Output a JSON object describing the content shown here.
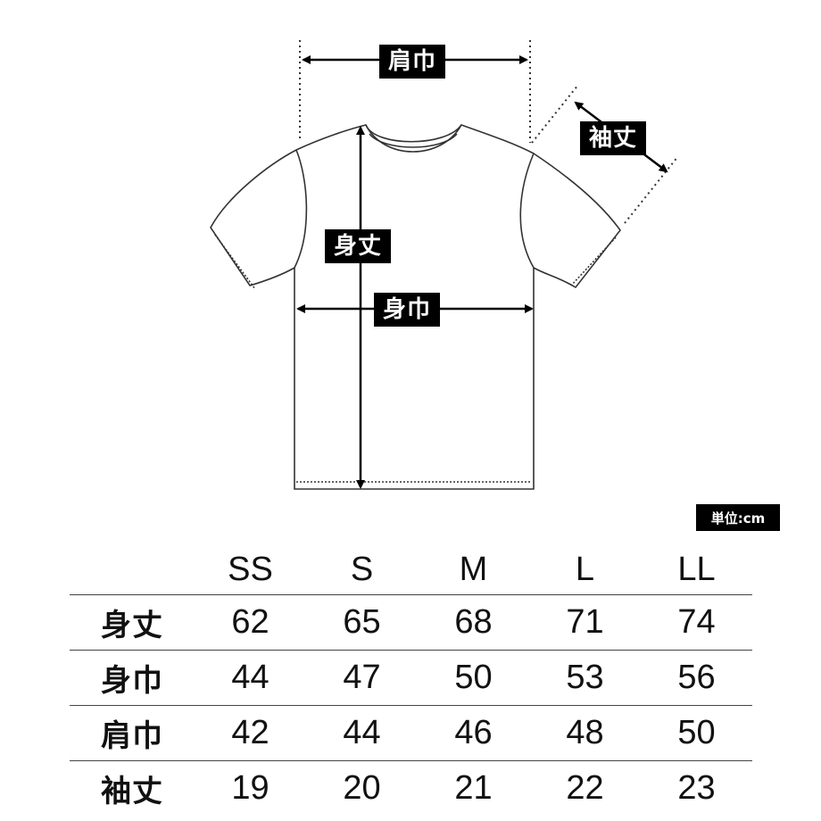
{
  "diagram": {
    "labels": {
      "shoulder_width": "肩巾",
      "sleeve_length": "袖丈",
      "body_length": "身丈",
      "body_width": "身巾"
    }
  },
  "unit_label": "単位:cm",
  "table": {
    "columns": [
      "SS",
      "S",
      "M",
      "L",
      "LL"
    ],
    "rows": [
      {
        "label": "身丈",
        "values": [
          "62",
          "65",
          "68",
          "71",
          "74"
        ]
      },
      {
        "label": "身巾",
        "values": [
          "44",
          "47",
          "50",
          "53",
          "56"
        ]
      },
      {
        "label": "肩巾",
        "values": [
          "42",
          "44",
          "46",
          "48",
          "50"
        ]
      },
      {
        "label": "袖丈",
        "values": [
          "19",
          "20",
          "21",
          "22",
          "23"
        ]
      }
    ]
  }
}
